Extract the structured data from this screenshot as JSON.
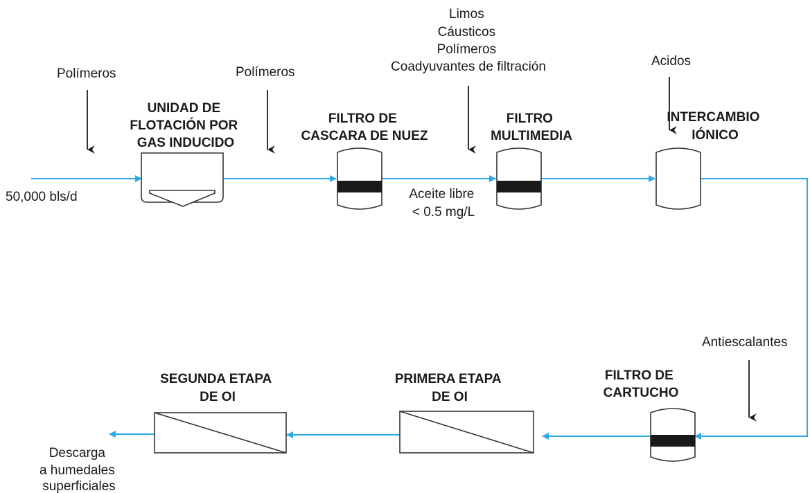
{
  "inlet_flow": "50,000 bls/d",
  "chemicals": {
    "polymers_1": "Polímeros",
    "polymers_2": "Polímeros",
    "additives": [
      "Limos",
      "Cáusticos",
      "Polímeros",
      "Coadyuvantes de filtración"
    ],
    "acids": "Acidos",
    "antiscalants": "Antiescalantes"
  },
  "units": {
    "flotation": [
      "UNIDAD DE",
      "FLOTACIÓN POR",
      "GAS INDUCIDO"
    ],
    "nutshell": [
      "FILTRO DE",
      "CASCARA DE NUEZ"
    ],
    "multimedia": [
      "FILTRO",
      "MULTIMEDIA"
    ],
    "ion_exchange": [
      "INTERCAMBIO",
      "IÓNICO"
    ],
    "cartridge": [
      "FILTRO DE",
      "CARTUCHO"
    ],
    "ro_stage_1": [
      "PRIMERA ETAPA",
      "DE OI"
    ],
    "ro_stage_2": [
      "SEGUNDA ETAPA",
      "DE OI"
    ]
  },
  "free_oil_note": [
    "Aceite libre",
    "< 0.5 mg/L"
  ],
  "discharge": [
    "Descarga",
    "a humedales",
    "superficiales"
  ],
  "colors": {
    "flow_line": "#2aa9e8",
    "equipment_outline": "#333333",
    "filter_band": "#1a1a1a"
  }
}
